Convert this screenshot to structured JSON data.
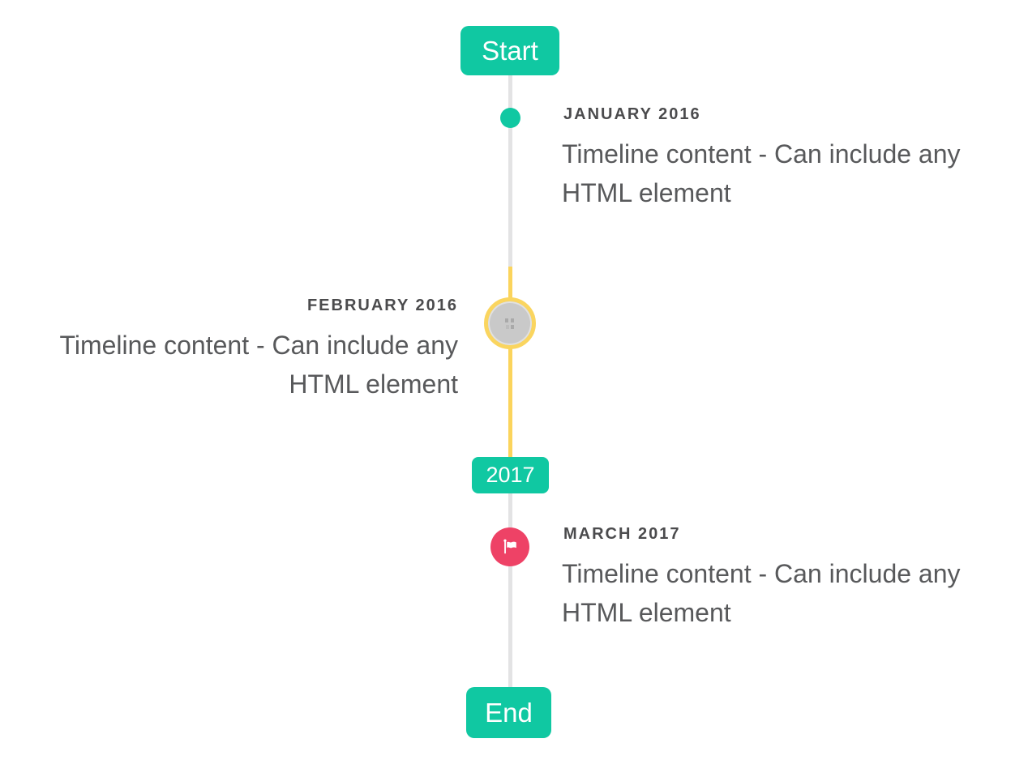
{
  "page": {
    "background": "#ffffff",
    "component": "vertical-timeline"
  },
  "colors": {
    "accent_teal": "#10c8a2",
    "accent_red": "#ee4266",
    "highlight_yellow": "#fbd45c",
    "ring_yellow": "#fad55f",
    "line_gray": "#e3e3e4",
    "marker_gray_fill": "#c9c9c9",
    "title_text": "#4b4b4d",
    "content_text": "#58595b",
    "badge_text": "#ffffff"
  },
  "timeline": {
    "start_label": "Start",
    "year_badge": "2017",
    "end_label": "End",
    "entries": [
      {
        "title": "JANUARY 2016",
        "content": "Timeline content - Can include any HTML element",
        "side": "right",
        "marker": "teal-dot"
      },
      {
        "title": "FEBRUARY 2016",
        "content": "Timeline content - Can include any HTML element",
        "side": "left",
        "marker": "gray-image-circle-yellow-ring",
        "selected": true
      },
      {
        "title": "MARCH 2017",
        "content": "Timeline content - Can include any HTML element",
        "side": "right",
        "marker": "red-flag-circle"
      }
    ]
  }
}
